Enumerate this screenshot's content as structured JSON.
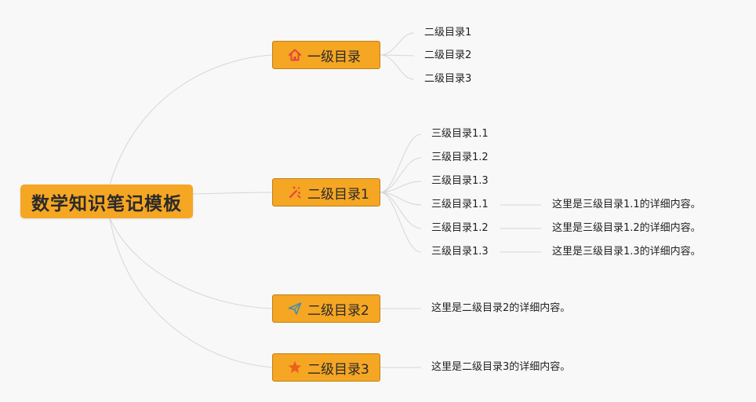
{
  "root": {
    "title": "数学知识笔记模板"
  },
  "branches": [
    {
      "label": "一级目录",
      "icon": "home-icon",
      "children": [
        "二级目录1",
        "二级目录2",
        "二级目录3"
      ]
    },
    {
      "label": "二级目录1",
      "icon": "magic-wand-icon",
      "children": [
        {
          "label": "三级目录1.1"
        },
        {
          "label": "三级目录1.2"
        },
        {
          "label": "三级目录1.3"
        },
        {
          "label": "三级目录1.1",
          "detail": "这里是三级目录1.1的详细内容。"
        },
        {
          "label": "三级目录1.2",
          "detail": "这里是三级目录1.2的详细内容。"
        },
        {
          "label": "三级目录1.3",
          "detail": "这里是三级目录1.3的详细内容。"
        }
      ]
    },
    {
      "label": "二级目录2",
      "icon": "paper-plane-icon",
      "detail": "这里是二级目录2的详细内容。"
    },
    {
      "label": "二级目录3",
      "icon": "star-icon",
      "detail": "这里是二级目录3的详细内容。"
    }
  ],
  "colors": {
    "node_fill": "#f5a623",
    "node_border": "#bf7f14",
    "connector": "#d6d6d6",
    "icon_red": "#e8413c",
    "icon_teal": "#4a8fa8",
    "icon_orange": "#e8621c"
  }
}
